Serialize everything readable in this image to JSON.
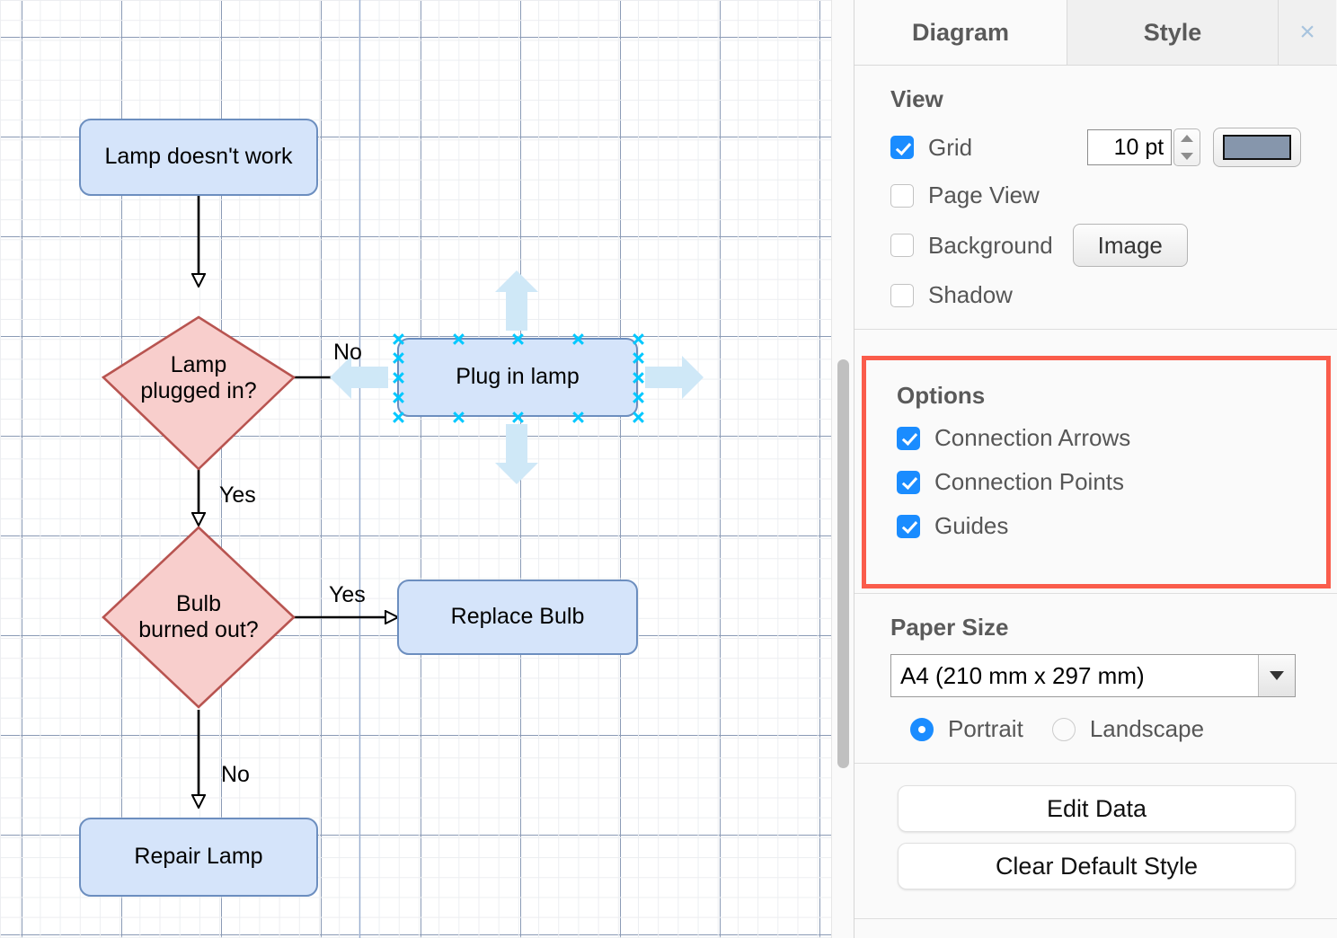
{
  "canvas": {
    "nodes": [
      {
        "id": "lamp-doesnt-work",
        "label": "Lamp doesn't work",
        "shape": "process"
      },
      {
        "id": "lamp-plugged-in",
        "label": "Lamp\nplugged in?",
        "shape": "decision"
      },
      {
        "id": "plug-in-lamp",
        "label": "Plug in lamp",
        "shape": "process",
        "selected": true
      },
      {
        "id": "bulb-burned-out",
        "label": "Bulb\nburned out?",
        "shape": "decision"
      },
      {
        "id": "replace-bulb",
        "label": "Replace Bulb",
        "shape": "process"
      },
      {
        "id": "repair-lamp",
        "label": "Repair Lamp",
        "shape": "process"
      }
    ],
    "edge_labels": [
      {
        "id": "edge-no-plug",
        "label": "No"
      },
      {
        "id": "edge-yes-bulb-check",
        "label": "Yes"
      },
      {
        "id": "edge-yes-replace",
        "label": "Yes"
      },
      {
        "id": "edge-no-repair",
        "label": "No"
      }
    ],
    "colors": {
      "process_fill": "#d5e4fa",
      "process_stroke": "#6c8ebf",
      "decision_fill": "#f8cecc",
      "decision_stroke": "#b85450",
      "connection_point": "#00c8ff",
      "connection_arrow": "#cfe8f7",
      "grid_minor": "#eceef1",
      "grid_major": "#8a9ab5"
    }
  },
  "panel": {
    "tabs": [
      {
        "id": "tab-diagram",
        "label": "Diagram",
        "active": true
      },
      {
        "id": "tab-style",
        "label": "Style",
        "active": false
      }
    ],
    "close_icon": "×",
    "view": {
      "title": "View",
      "grid": {
        "label": "Grid",
        "checked": true,
        "size_value": "10 pt",
        "color": "#8696ac"
      },
      "page_view": {
        "label": "Page View",
        "checked": false
      },
      "background": {
        "label": "Background",
        "checked": false,
        "button_label": "Image"
      },
      "shadow": {
        "label": "Shadow",
        "checked": false
      }
    },
    "options": {
      "title": "Options",
      "highlight_color": "#fa5c4b",
      "items": [
        {
          "id": "opt-connection-arrows",
          "label": "Connection Arrows",
          "checked": true
        },
        {
          "id": "opt-connection-points",
          "label": "Connection Points",
          "checked": true
        },
        {
          "id": "opt-guides",
          "label": "Guides",
          "checked": true
        }
      ]
    },
    "paper": {
      "title": "Paper Size",
      "selected": "A4 (210 mm x 297 mm)",
      "orientation": [
        {
          "id": "orientation-portrait",
          "label": "Portrait",
          "selected": true
        },
        {
          "id": "orientation-landscape",
          "label": "Landscape",
          "selected": false
        }
      ]
    },
    "actions": [
      {
        "id": "edit-data-button",
        "label": "Edit Data"
      },
      {
        "id": "clear-default-style-button",
        "label": "Clear Default Style"
      }
    ]
  }
}
